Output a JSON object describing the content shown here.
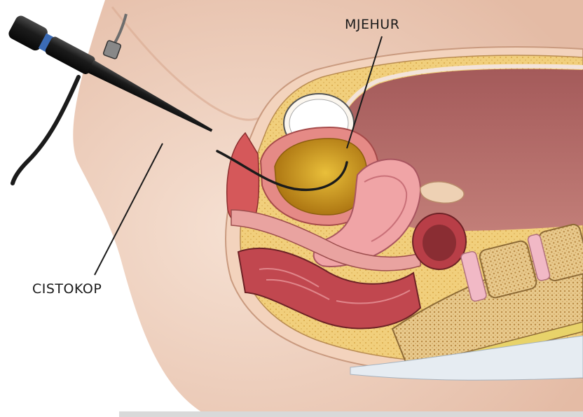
{
  "labels": {
    "bladder": "MJEHUR",
    "cystoscope": "CISTOKOP"
  },
  "colors": {
    "skin": "#f2d7c6",
    "skin_shadow": "#e3b9a3",
    "fat": "#f1cf7c",
    "fat_dot": "#d9a94a",
    "cavity": "#b56a6a",
    "bladder_wall": "#e58a86",
    "urine": "#d29a1c",
    "uterus": "#f0a4a6",
    "rectum": "#c1474f",
    "bone": "#e7c98e",
    "disc": "#f1b9c6",
    "scope_body": "#1b1b1b",
    "leader_line": "#1a1a1a"
  },
  "icons": {
    "scope": "cystoscope-instrument"
  }
}
